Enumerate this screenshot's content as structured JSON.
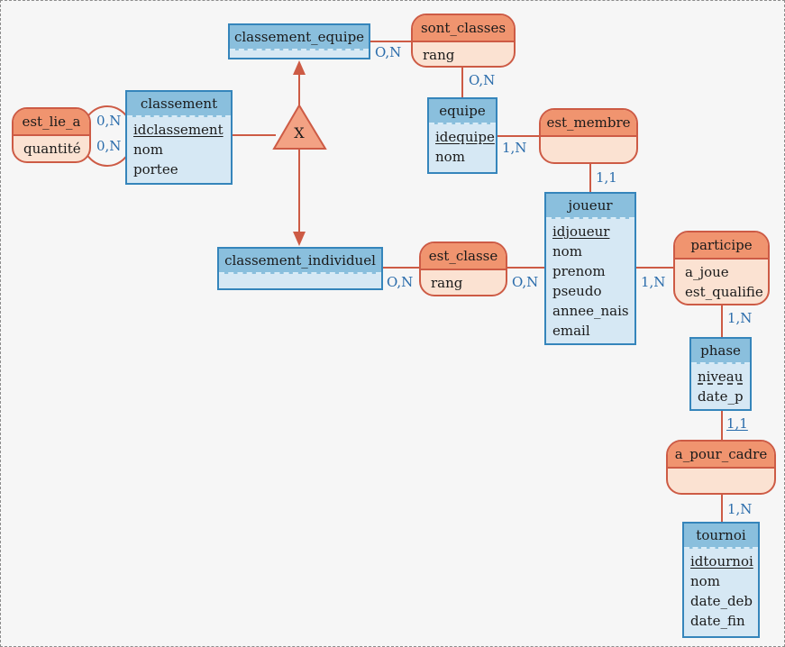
{
  "diagram_type": "merise-entity-relationship",
  "colors": {
    "entity_border": "#3585bb",
    "entity_header": "#8abfdd",
    "entity_body": "#d6e8f4",
    "relation_border": "#cd5b45",
    "relation_header": "#f0946f",
    "relation_body": "#fbe2d2",
    "line": "#cd5b45",
    "cardinality_text": "#2a6cab",
    "triangle_fill": "#f3a284",
    "page_background": "#f6f6f6"
  },
  "entities": [
    {
      "title": "classement_equipe",
      "attrs": []
    },
    {
      "title": "classement",
      "attrs": [
        "idclassement",
        "nom",
        "portee"
      ]
    },
    {
      "title": "equipe",
      "attrs": [
        "idequipe",
        "nom"
      ]
    },
    {
      "title": "joueur",
      "attrs": [
        "idjoueur",
        "nom",
        "prenom",
        "pseudo",
        "annee_nais",
        "email"
      ]
    },
    {
      "title": "classement_individuel",
      "attrs": []
    },
    {
      "title": "phase",
      "attrs": [
        "niveau",
        "date_p"
      ]
    },
    {
      "title": "tournoi",
      "attrs": [
        "idtournoi",
        "nom",
        "date_deb",
        "date_fin"
      ]
    }
  ],
  "relations": [
    {
      "title": "sont_classes",
      "attrs": [
        "rang"
      ]
    },
    {
      "title": "est_lie_a",
      "attrs": [
        "quantité"
      ]
    },
    {
      "title": "est_membre",
      "attrs": []
    },
    {
      "title": "est_classe",
      "attrs": [
        "rang"
      ]
    },
    {
      "title": "participe",
      "attrs": [
        "a_joue",
        "est_qualifie"
      ]
    },
    {
      "title": "a_pour_cadre",
      "attrs": []
    }
  ],
  "inheritance": {
    "label": "X"
  },
  "cards": [
    {
      "text": "O,N",
      "between": "classement_equipe - sont_classes"
    },
    {
      "text": "O,N",
      "between": "sont_classes - equipe"
    },
    {
      "text": "1,N",
      "between": "equipe - est_membre"
    },
    {
      "text": "1,1",
      "between": "est_membre - joueur"
    },
    {
      "text": "O,N",
      "between": "classement_individuel - est_classe"
    },
    {
      "text": "O,N",
      "between": "est_classe - joueur"
    },
    {
      "text": "1,N",
      "between": "joueur - participe"
    },
    {
      "text": "1,N",
      "between": "participe - phase"
    },
    {
      "text": "1,1",
      "between": "phase - a_pour_cadre"
    },
    {
      "text": "1,N",
      "between": "a_pour_cadre - tournoi"
    },
    {
      "text": "0,N",
      "between": "est_lie_a - classement (top)"
    },
    {
      "text": "0,N",
      "between": "est_lie_a - classement (bottom)"
    }
  ]
}
